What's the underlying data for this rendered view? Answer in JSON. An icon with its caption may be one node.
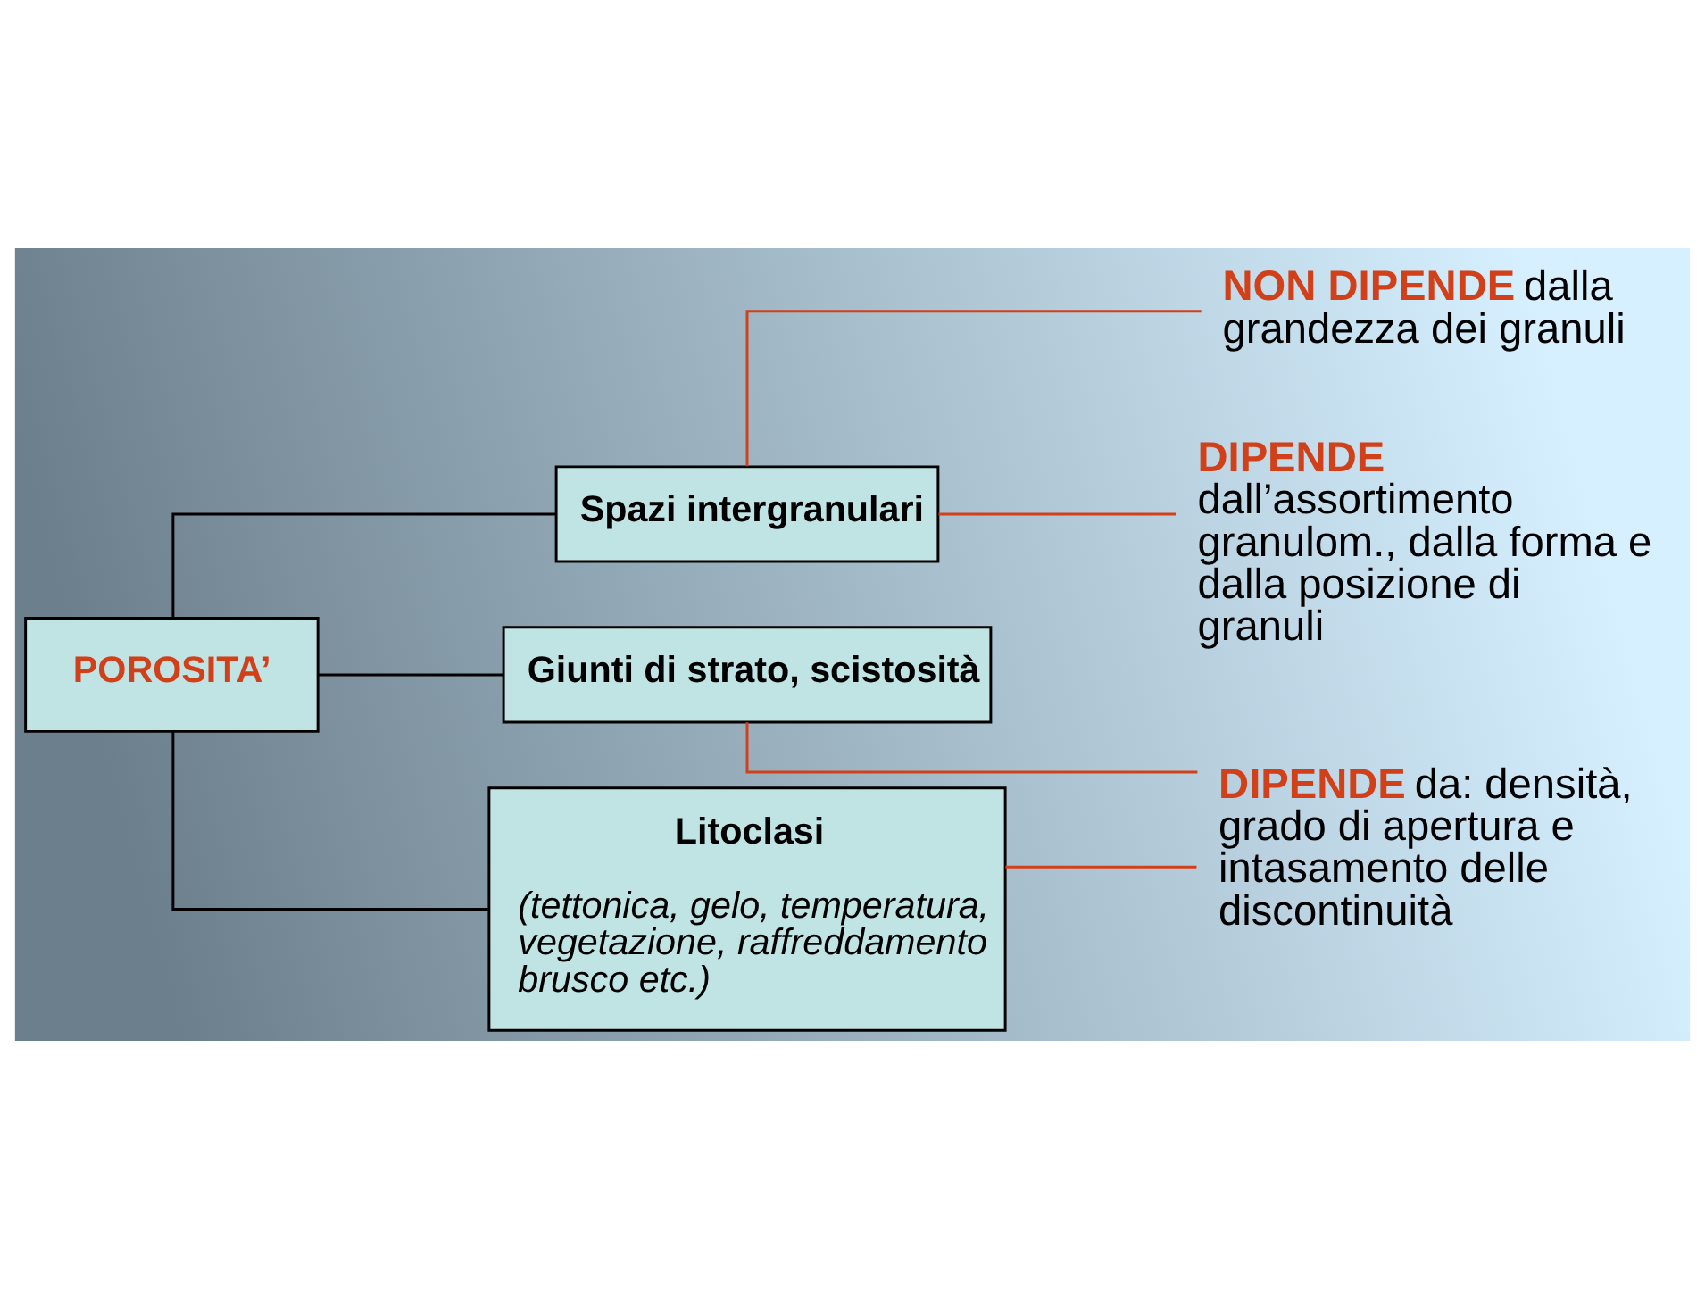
{
  "diagram": {
    "nodes": [
      {
        "text": [
          "POROSITA’"
        ]
      },
      {
        "text": [
          "Spazi intergranulari"
        ]
      },
      {
        "text": [
          "Giunti di strato, scistosità"
        ]
      },
      {
        "text": [
          "Litoclasi",
          "(tettonica, gelo, temperatura, vegetazione, raffreddamento brusco etc.)"
        ]
      },
      {
        "text": [
          "**NON DIPENDE** dalla grandezza dei granuli"
        ]
      },
      {
        "text": [
          "**DIPENDE** dall’assortimento granulom., dalla forma e dalla posizione di granuli"
        ]
      },
      {
        "text": [
          "**DIPENDE** da: densità, grado di apertura e intasamento delle discontinuità"
        ]
      }
    ],
    "edges": [
      {
        "from": 0,
        "to": 1,
        "arrow": "none",
        "color": "#000000"
      },
      {
        "from": 0,
        "to": 2,
        "arrow": "none",
        "color": "#000000"
      },
      {
        "from": 0,
        "to": 3,
        "arrow": "none",
        "color": "#000000"
      },
      {
        "from": 1,
        "to": 4,
        "arrow": "none",
        "color": "#d2401a"
      },
      {
        "from": 1,
        "to": 5,
        "arrow": "none",
        "color": "#d2401a"
      },
      {
        "from": 2,
        "to": 6,
        "arrow": "none",
        "color": "#d2401a"
      },
      {
        "from": 3,
        "to": 6,
        "arrow": "none",
        "color": "#d2401a"
      }
    ]
  }
}
